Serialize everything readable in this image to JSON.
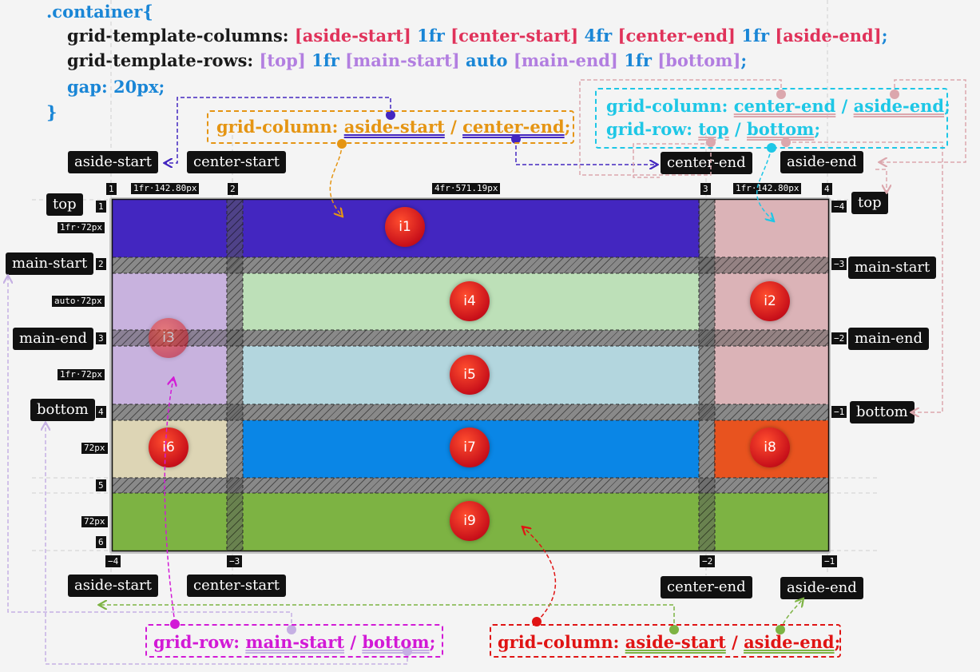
{
  "code": {
    "selector": ".container{",
    "cols_prop": "grid-template-columns:",
    "cols_tokens": [
      "[aside-start]",
      "1fr",
      "[center-start]",
      "4fr",
      "[center-end]",
      "1fr",
      "[aside-end]",
      ";"
    ],
    "rows_prop": "grid-template-rows:",
    "rows_tokens": [
      "[top]",
      "1fr",
      "[main-start]",
      "auto",
      "[main-end]",
      "1fr",
      "[bottom]",
      ";"
    ],
    "gap_line": "gap: 20px;",
    "close": "}"
  },
  "annotations": {
    "orange_prop": "grid-column:",
    "orange_start": "aside-start",
    "orange_sep": " / ",
    "orange_end": "center-end",
    "orange_semi": ";",
    "cyan_col_prop": "grid-column:",
    "cyan_col_start": "center-end",
    "cyan_col_sep": " / ",
    "cyan_col_end": "aside-end",
    "cyan_col_semi": ";",
    "cyan_row_prop": "grid-row:",
    "cyan_row_start": "top",
    "cyan_row_sep": " / ",
    "cyan_row_end": "bottom",
    "cyan_row_semi": ";",
    "magenta_prop": "grid-row:",
    "magenta_start": "main-start",
    "magenta_sep": " / ",
    "magenta_end": "bottom",
    "magenta_semi": ";",
    "red_prop": "grid-column:",
    "red_start": "aside-start",
    "red_sep": " / ",
    "red_end": "aside-end",
    "red_semi": ";"
  },
  "col_names_top": [
    "aside-start",
    "center-start",
    "center-end",
    "aside-end"
  ],
  "col_names_bottom": [
    "aside-start",
    "center-start",
    "center-end",
    "aside-end"
  ],
  "row_names_left": [
    "top",
    "main-start",
    "main-end",
    "bottom"
  ],
  "row_names_right": [
    "top",
    "main-start",
    "main-end",
    "bottom"
  ],
  "col_numbers_top": [
    "1",
    "2",
    "3",
    "4"
  ],
  "col_numbers_bottom": [
    "−4",
    "−3",
    "−2",
    "−1"
  ],
  "row_numbers_left": [
    "1",
    "2",
    "3",
    "4",
    "5",
    "6"
  ],
  "row_numbers_right": [
    "−4",
    "−3",
    "−2",
    "−1"
  ],
  "col_sizes": [
    "1fr·142.80px",
    "4fr·571.19px",
    "1fr·142.80px"
  ],
  "row_sizes": [
    "1fr·72px",
    "auto·72px",
    "1fr·72px",
    "72px",
    "72px"
  ],
  "items": [
    "i1",
    "i2",
    "i3",
    "i4",
    "i5",
    "i6",
    "i7",
    "i8",
    "i9"
  ],
  "colors": {
    "i1": "#4326c0",
    "i2": "#dbb3b7",
    "i3": "#c8b2de",
    "i4": "#bde0b8",
    "i5": "#b3d6de",
    "i6": "#ddd5b5",
    "i7": "#0a86e6",
    "i8": "#e8531f",
    "i9": "#7db343",
    "code_blue": "#1a86d6",
    "code_red": "#e0325a",
    "code_purple": "#b27ee0"
  }
}
